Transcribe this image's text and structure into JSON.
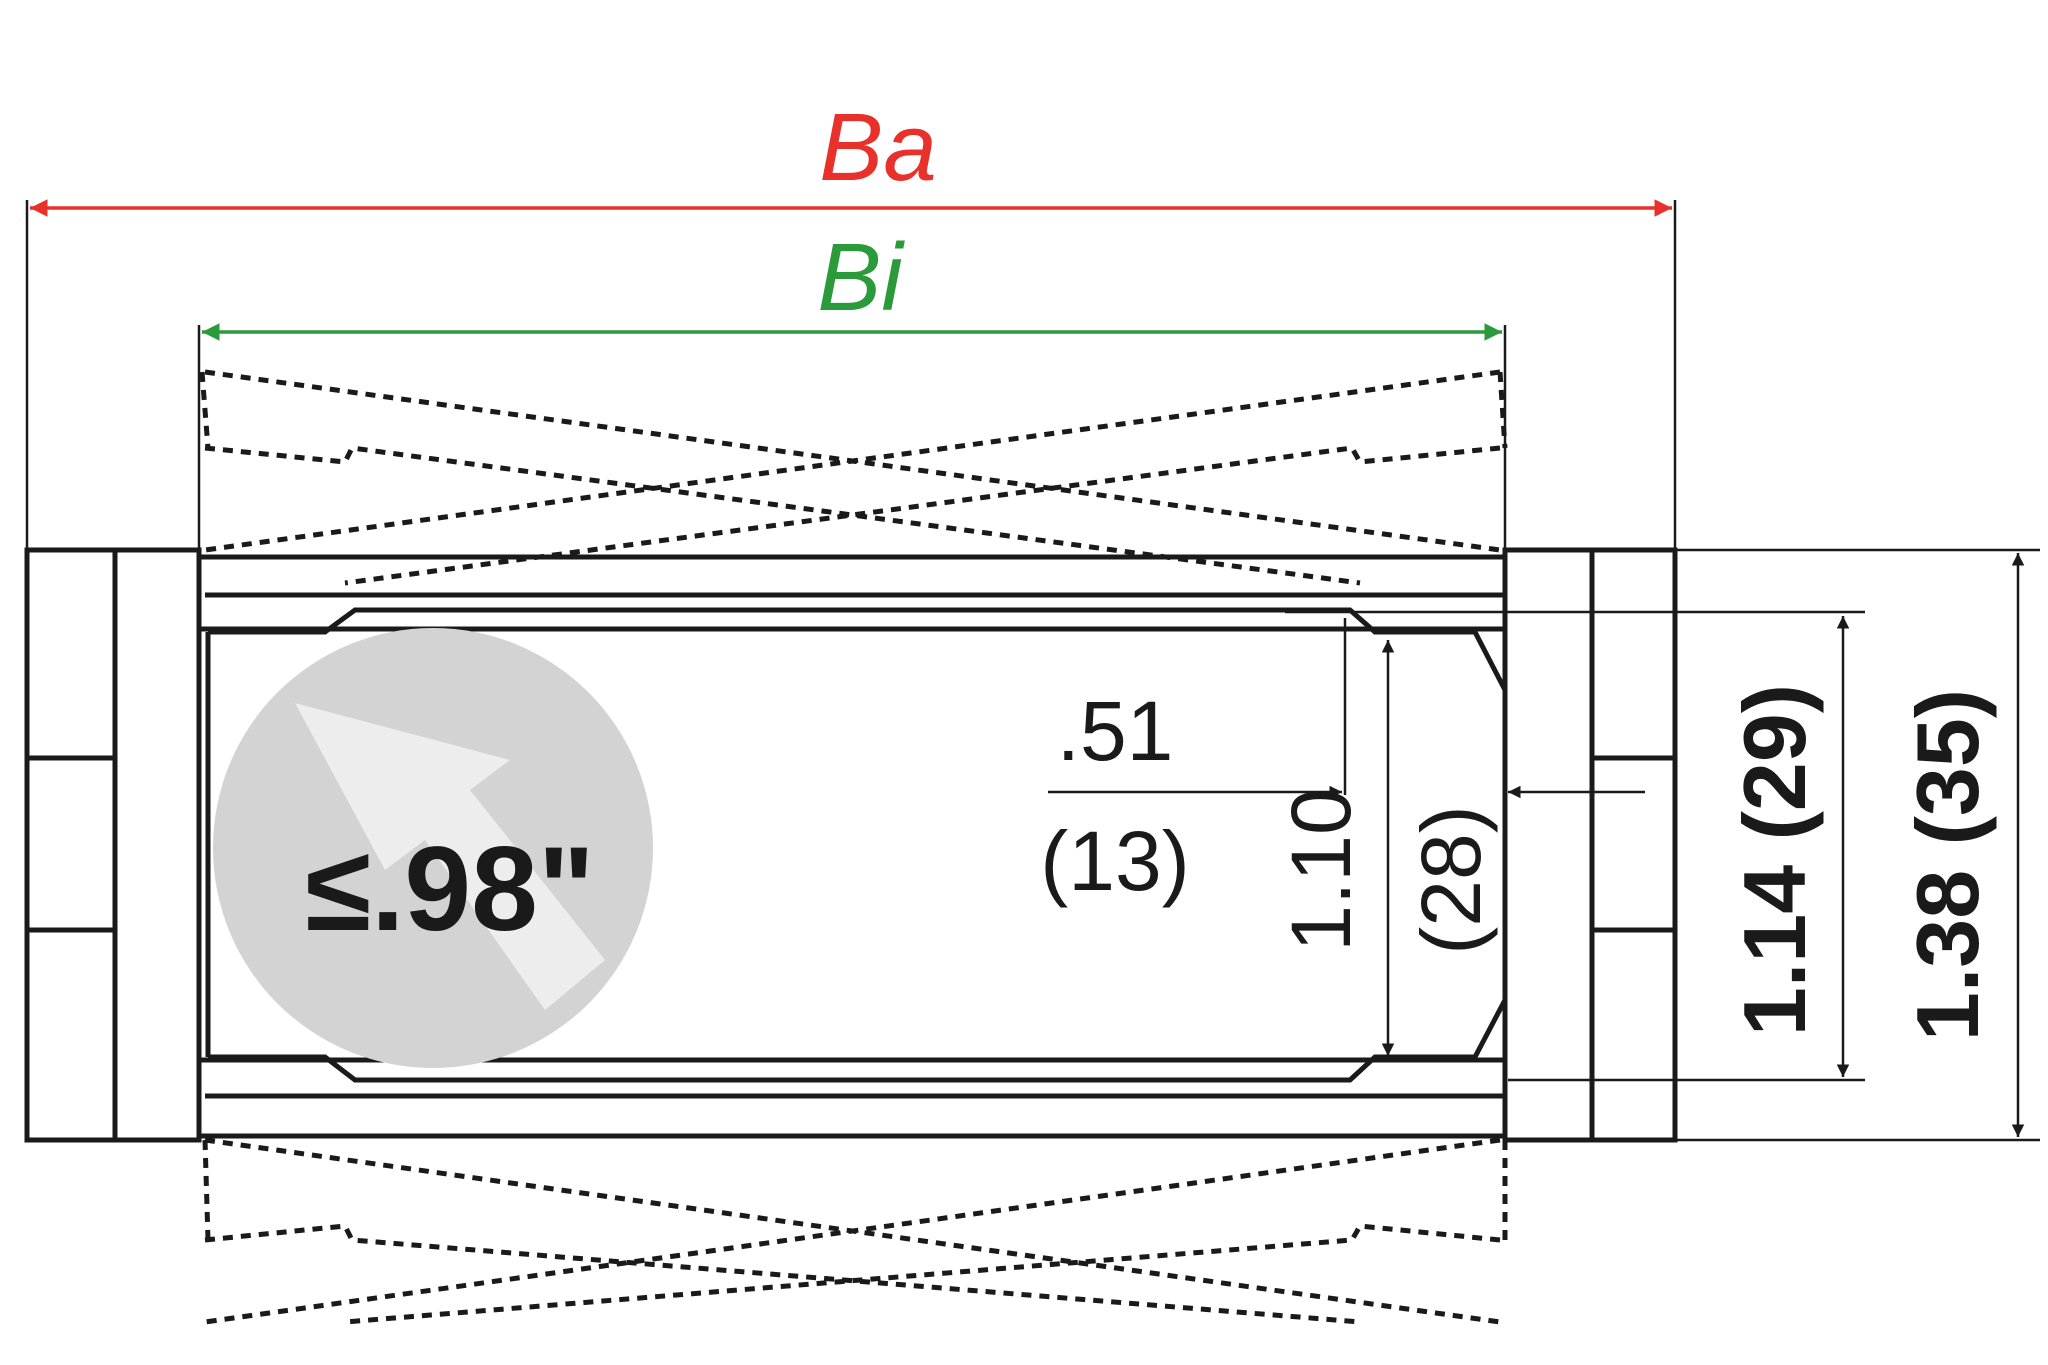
{
  "labels": {
    "ba": "Ba",
    "bi": "Bi",
    "cable_max": "≤.98\"",
    "side_in": ".51",
    "side_mm": "(13)",
    "inner_h_in": "1.10",
    "inner_h_mm": "(28)",
    "mid_h": "1.14 (29)",
    "outer_h": "1.38 (35)"
  },
  "colors": {
    "ba": "#e8312b",
    "bi": "#2a9a3a",
    "line": "#1a1a1a",
    "circle": "#d3d3d3"
  }
}
